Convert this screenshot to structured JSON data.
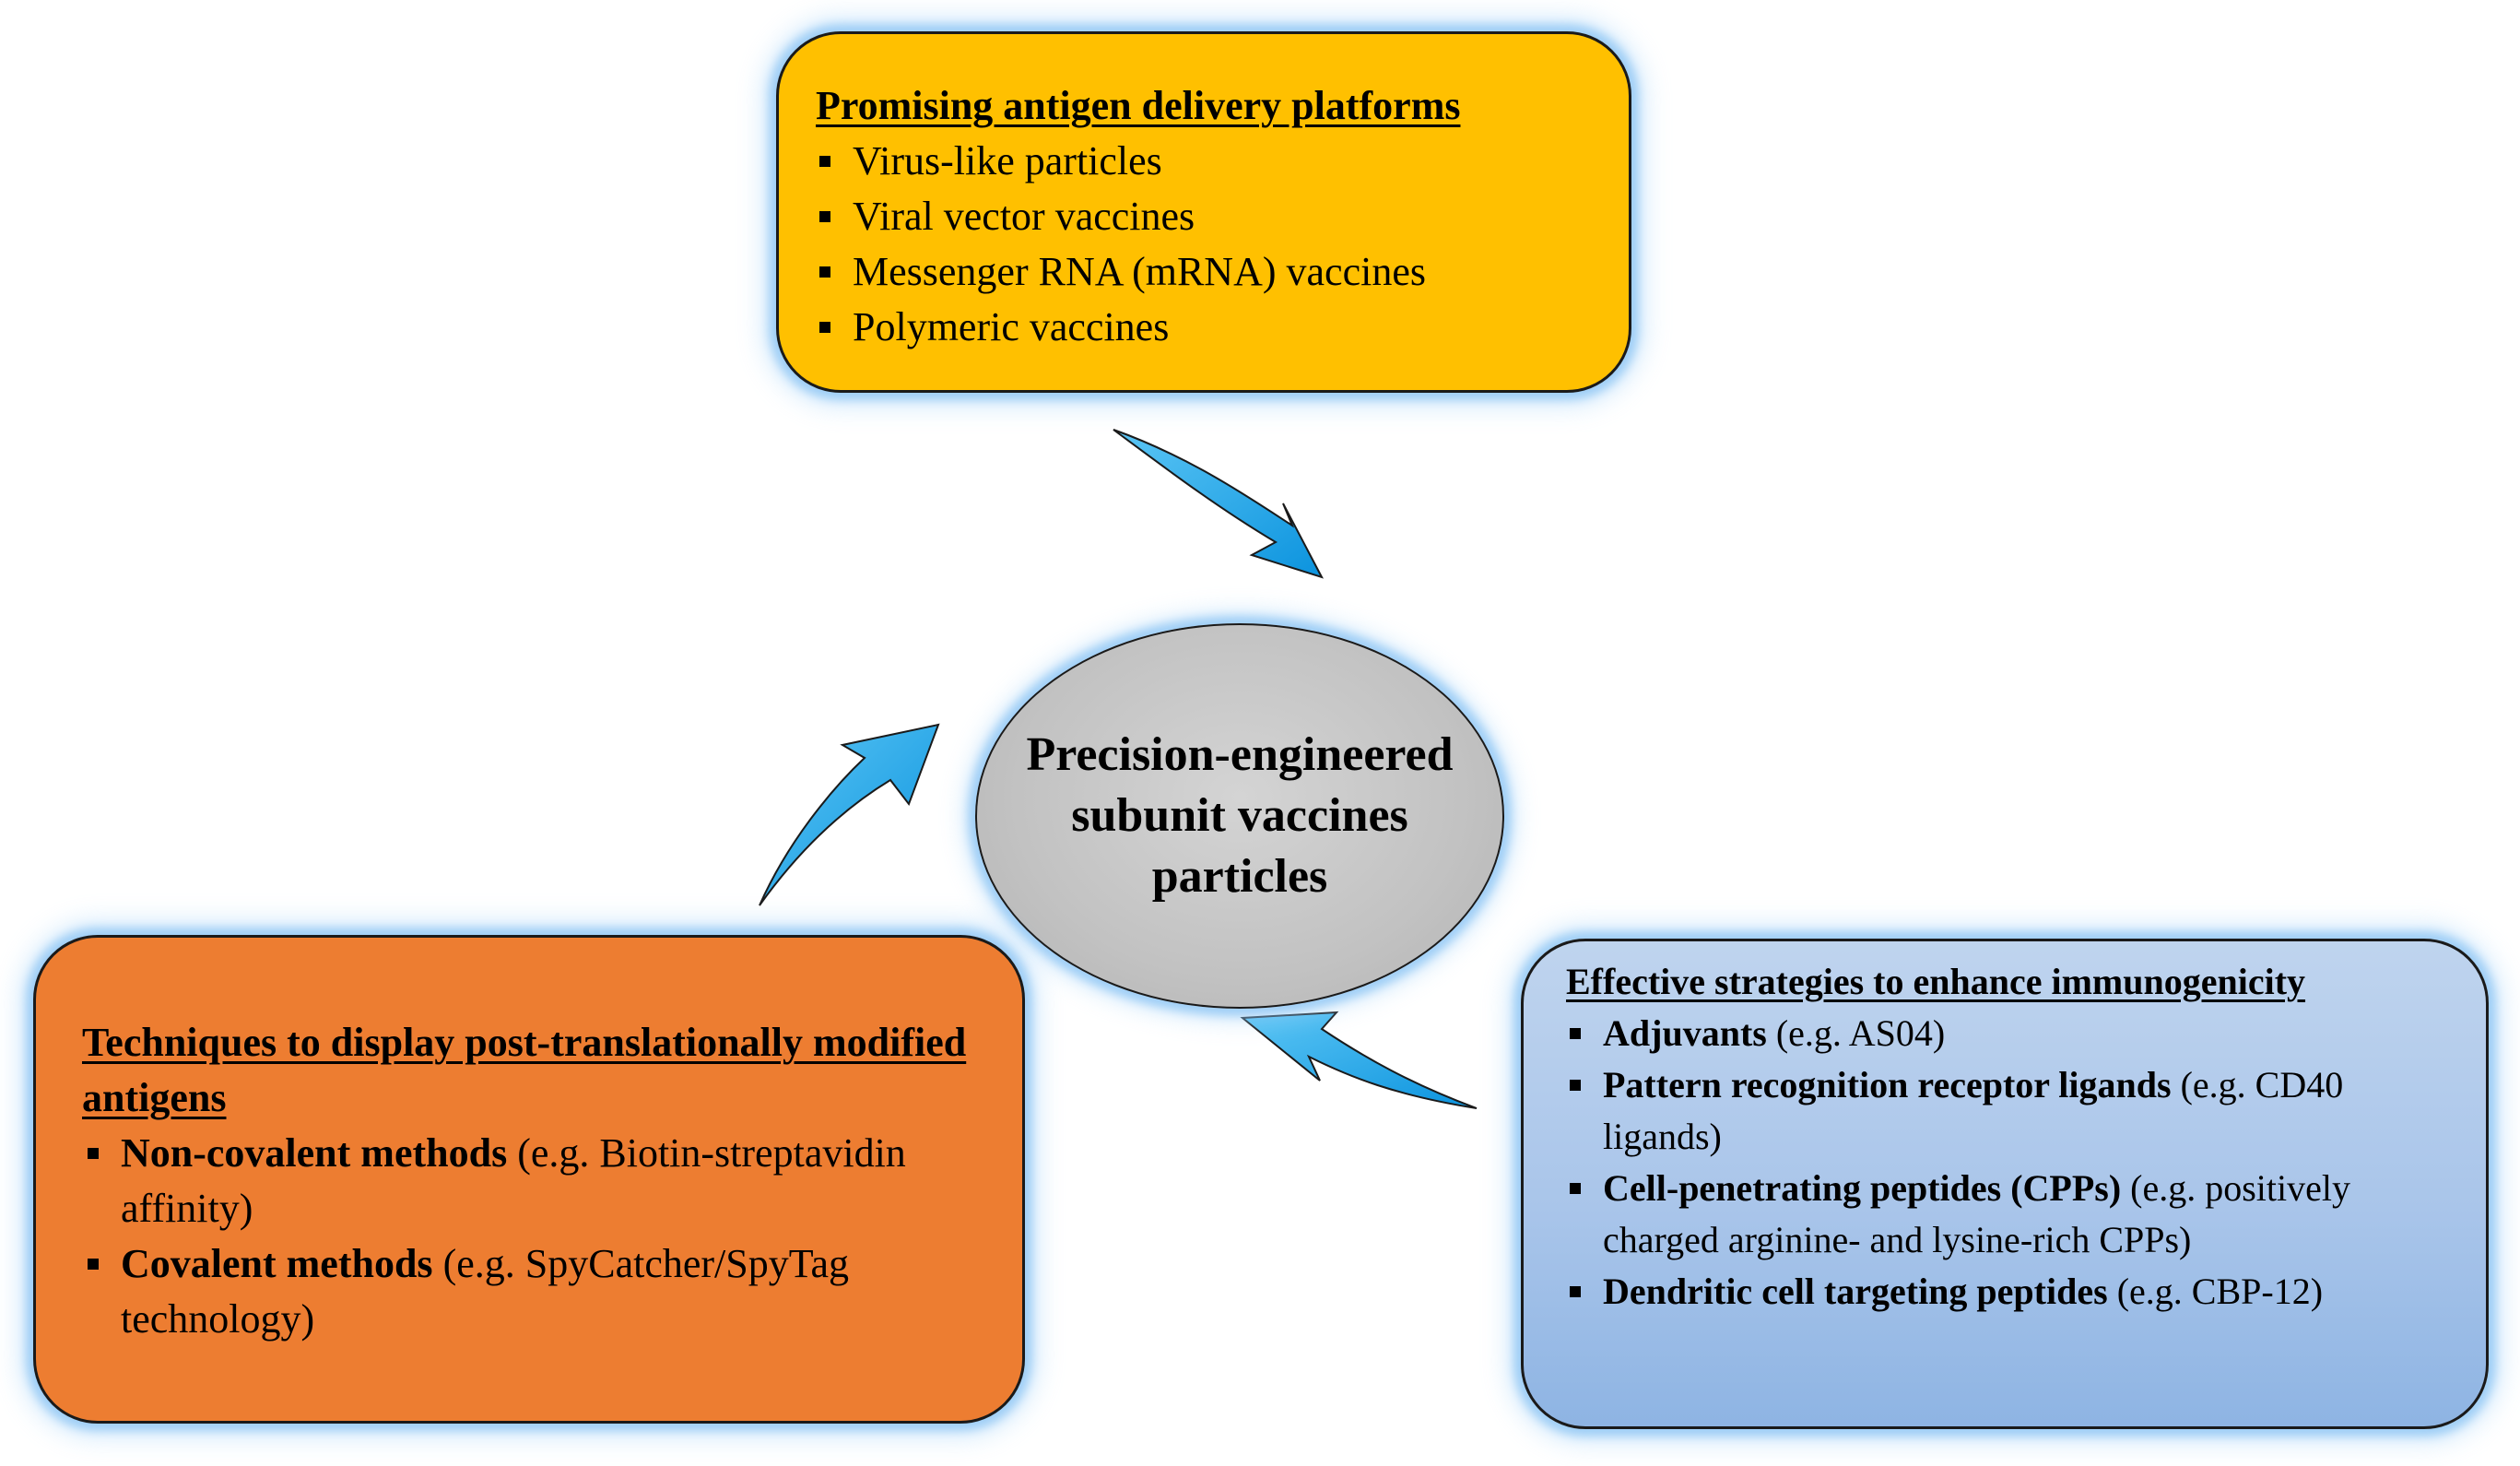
{
  "center": {
    "text": "Precision-engineered subunit vaccines particles"
  },
  "top_box": {
    "title": "Promising antigen delivery platforms",
    "items": [
      "Virus-like particles",
      "Viral vector vaccines",
      "Messenger RNA (mRNA) vaccines",
      "Polymeric vaccines"
    ],
    "color": "#FFC000"
  },
  "left_box": {
    "title": "Techniques to display post-translationally modified antigens",
    "items": [
      {
        "bold": "Non-covalent methods",
        "rest": " (e.g. Biotin-streptavidin affinity)"
      },
      {
        "bold": "Covalent methods",
        "rest": " (e.g. SpyCatcher/SpyTag technology)"
      }
    ],
    "color": "#ED7D31"
  },
  "right_box": {
    "title": "Effective strategies to enhance immunogenicity",
    "items": [
      {
        "bold": "Adjuvants",
        "rest": " (e.g. AS04)"
      },
      {
        "bold": "Pattern recognition receptor ligands",
        "rest": " (e.g. CD40 ligands)"
      },
      {
        "bold": "Cell-penetrating peptides (CPPs)",
        "rest": " (e.g. positively charged arginine- and lysine-rich CPPs)"
      },
      {
        "bold": "Dendritic cell targeting peptides",
        "rest": " (e.g. CBP-12)"
      }
    ],
    "color": "#A9C5EA"
  },
  "arrows": {
    "color": "#1AA7EC",
    "icon": "curved-arrow-icon"
  }
}
